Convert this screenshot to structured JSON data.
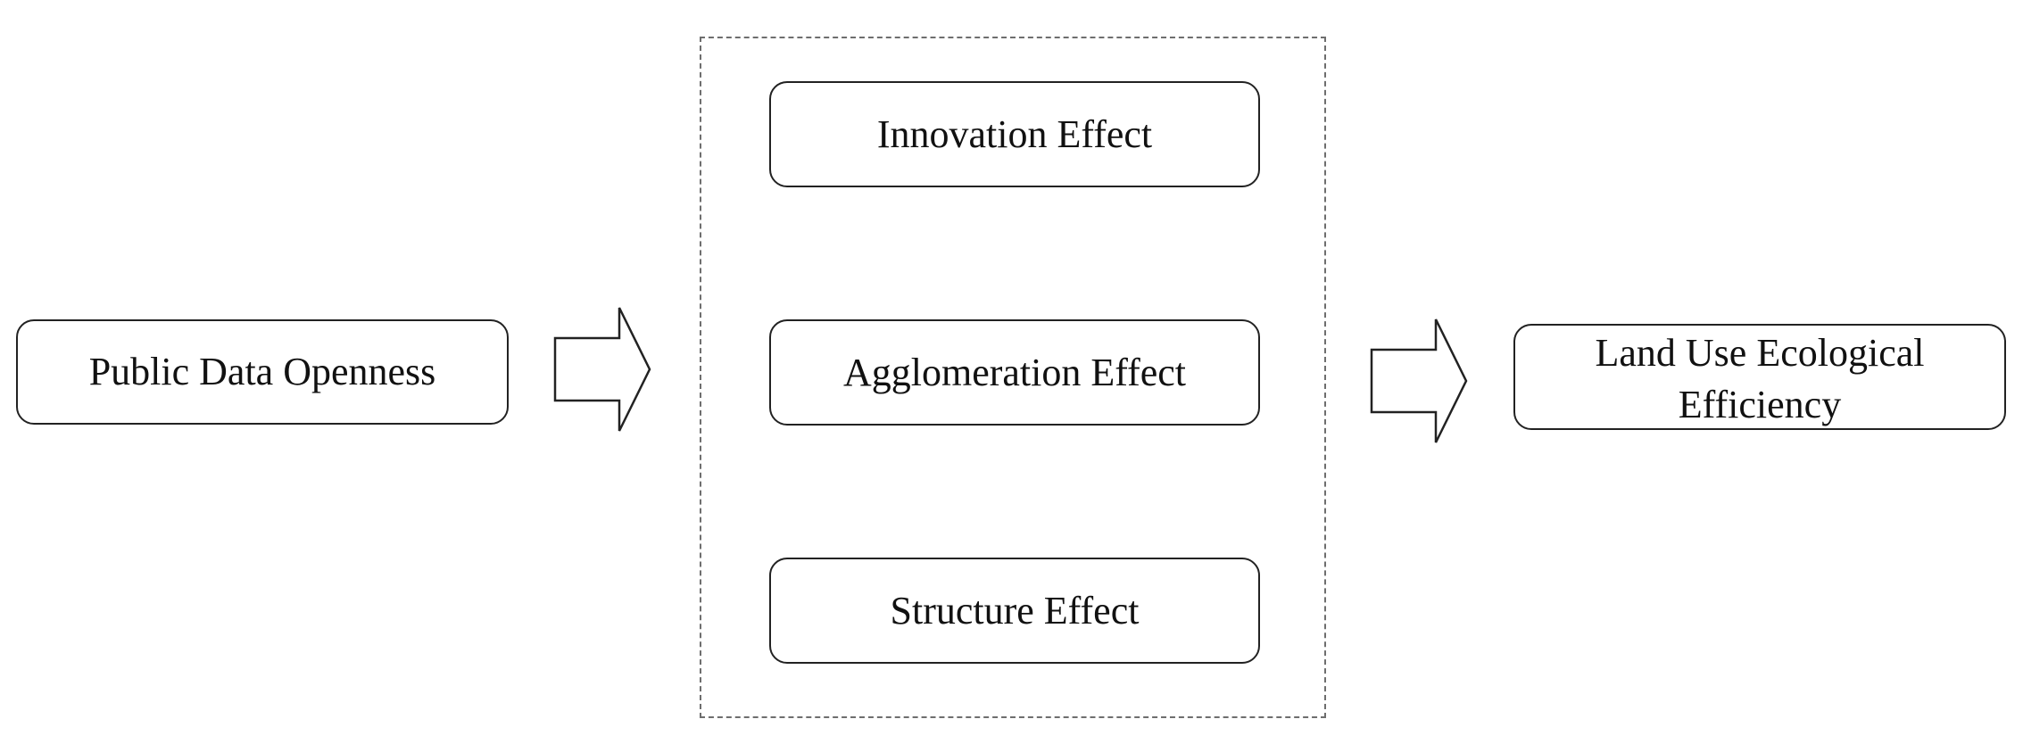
{
  "diagram": {
    "input": {
      "label": "Public Data Openness"
    },
    "mechanisms": [
      {
        "label": "Innovation Effect"
      },
      {
        "label": "Agglomeration Effect"
      },
      {
        "label": "Structure Effect"
      }
    ],
    "output": {
      "label": "Land Use Ecological Efficiency"
    }
  },
  "colors": {
    "stroke": "#222222",
    "dashed_border": "#6e6e6e",
    "background": "#ffffff"
  }
}
